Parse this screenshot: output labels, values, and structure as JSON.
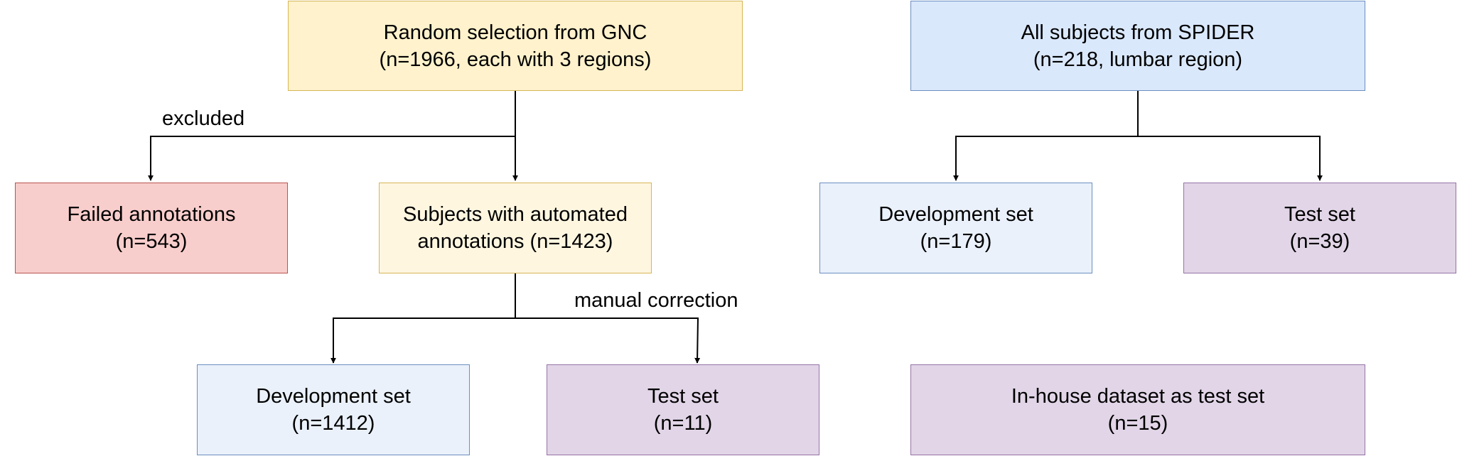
{
  "gnc_source": {
    "line1": "Random selection from GNC",
    "line2": "(n=1966, each with 3 regions)"
  },
  "spider_source": {
    "line1": "All subjects from SPIDER",
    "line2": "(n=218, lumbar region)"
  },
  "failed": {
    "line1": "Failed annotations",
    "line2": "(n=543)"
  },
  "automated": {
    "line1": "Subjects with automated",
    "line2": "annotations (n=1423)"
  },
  "spider_dev": {
    "line1": "Development set",
    "line2": "(n=179)"
  },
  "spider_test": {
    "line1": "Test set",
    "line2": "(n=39)"
  },
  "gnc_dev": {
    "line1": "Development set",
    "line2": "(n=1412)"
  },
  "gnc_test": {
    "line1": "Test set",
    "line2": "(n=11)"
  },
  "inhouse": {
    "line1": "In-house dataset as test set",
    "line2": "(n=15)"
  },
  "edge_labels": {
    "excluded": "excluded",
    "manual_correction": "manual correction"
  },
  "colors": {
    "yellow_fill": "#fff2cc",
    "yellow_stroke": "#d6b656",
    "blue_fill": "#dae8fc",
    "blue_stroke": "#6c8ebf",
    "red_fill": "#f8cecc",
    "red_stroke": "#b85450",
    "purple_fill": "#e1d5e7",
    "purple_stroke": "#9673a6"
  }
}
